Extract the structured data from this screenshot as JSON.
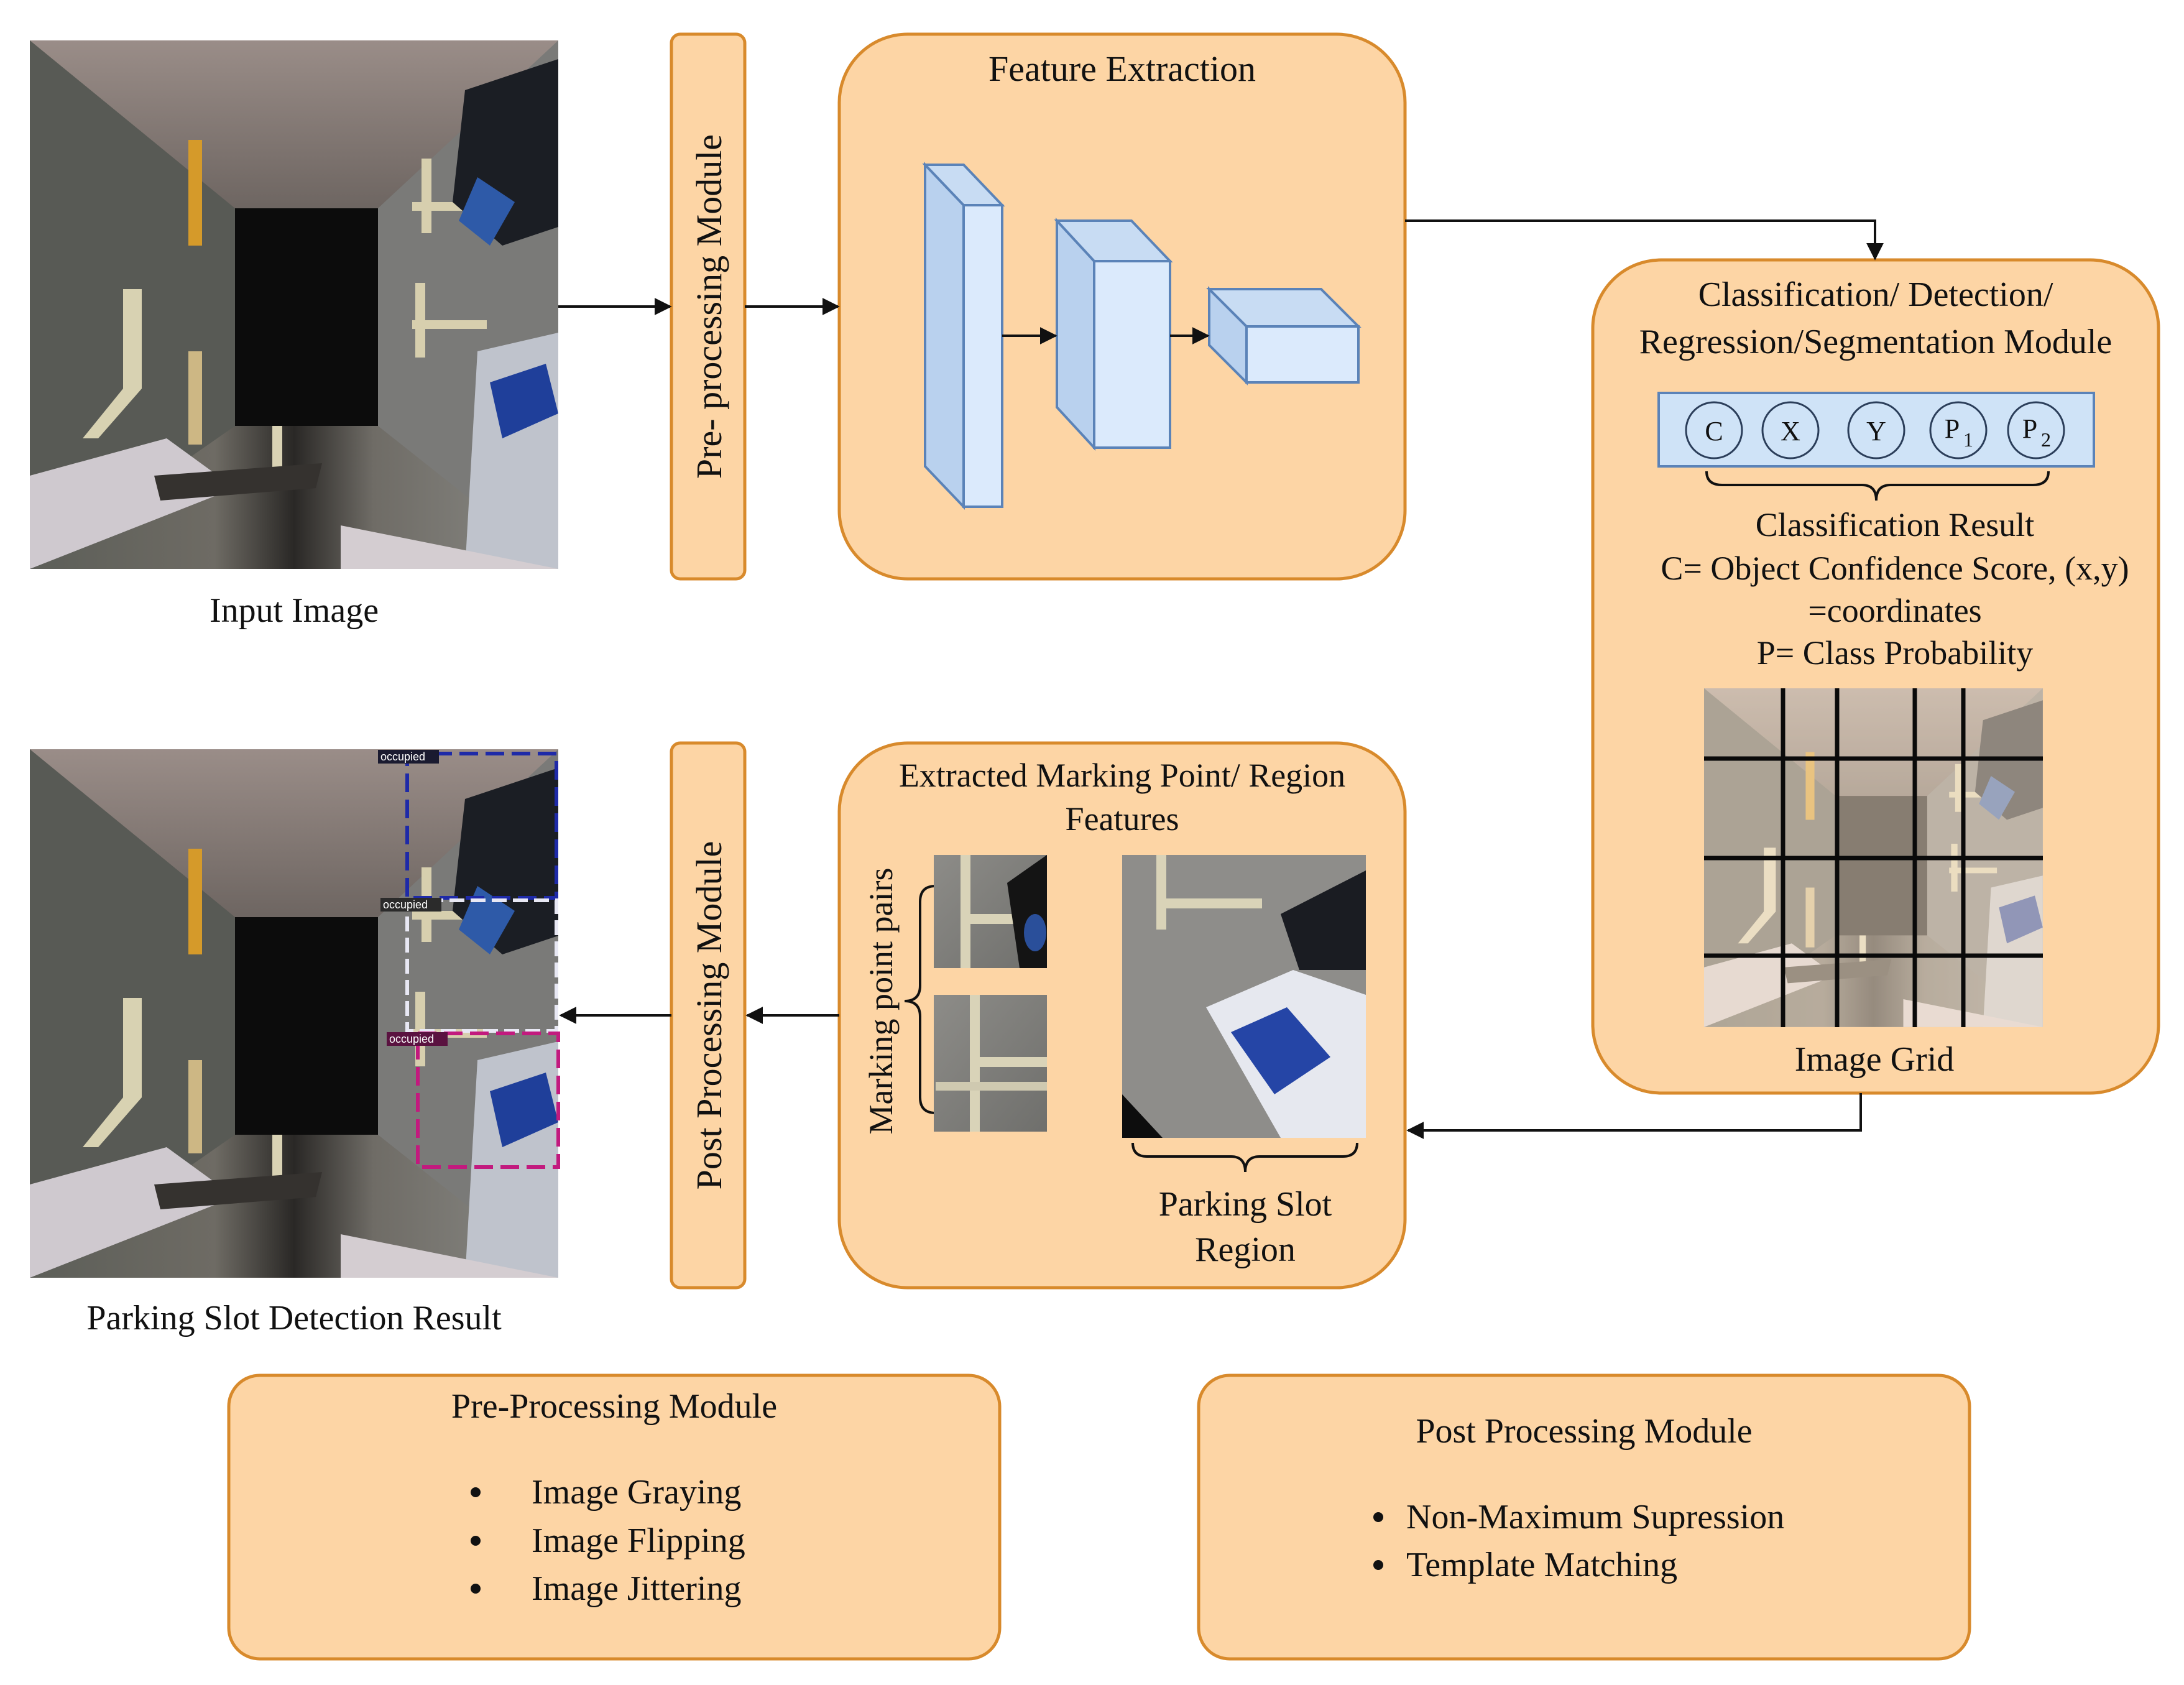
{
  "diagram": {
    "input_image_label": "Input Image",
    "result_label": "Parking Slot Detection Result",
    "pre_module_vertical": "Pre- processing Module",
    "post_module_vertical": "Post Processing Module",
    "feature_extraction_title": "Feature Extraction",
    "classification_title_line1": "Classification/ Detection/",
    "classification_title_line2": "Regression/Segmentation Module",
    "vector_cells": [
      "C",
      "X",
      "Y",
      "P",
      "P"
    ],
    "vector_subscripts": [
      "",
      "",
      "",
      "1",
      "2"
    ],
    "classification_result_lines": [
      "Classification Result",
      "C= Object Confidence Score, (x,y)",
      "=coordinates",
      "P= Class Probability"
    ],
    "image_grid_label": "Image Grid",
    "extracted_title_line1": "Extracted Marking Point/ Region",
    "extracted_title_line2": "Features",
    "marking_point_pairs_label": "Marking point pairs",
    "parking_slot_region_line1": "Parking Slot",
    "parking_slot_region_line2": "Region",
    "occupied_tags": [
      "occupied",
      "occupied",
      "occupied"
    ],
    "pre_processing_box": {
      "title": "Pre-Processing Module",
      "items": [
        "Image Graying",
        "Image Flipping",
        "Image Jittering"
      ]
    },
    "post_processing_box": {
      "title": "Post Processing Module",
      "items": [
        "Non-Maximum Supression",
        "Template Matching"
      ]
    },
    "colors": {
      "module_fill": "#fdd5a5",
      "module_stroke": "#d88a2c",
      "layer_fill": "#dbeafc",
      "occupied_blue": "#1e2aa8",
      "occupied_magenta": "#c21a7e"
    }
  }
}
